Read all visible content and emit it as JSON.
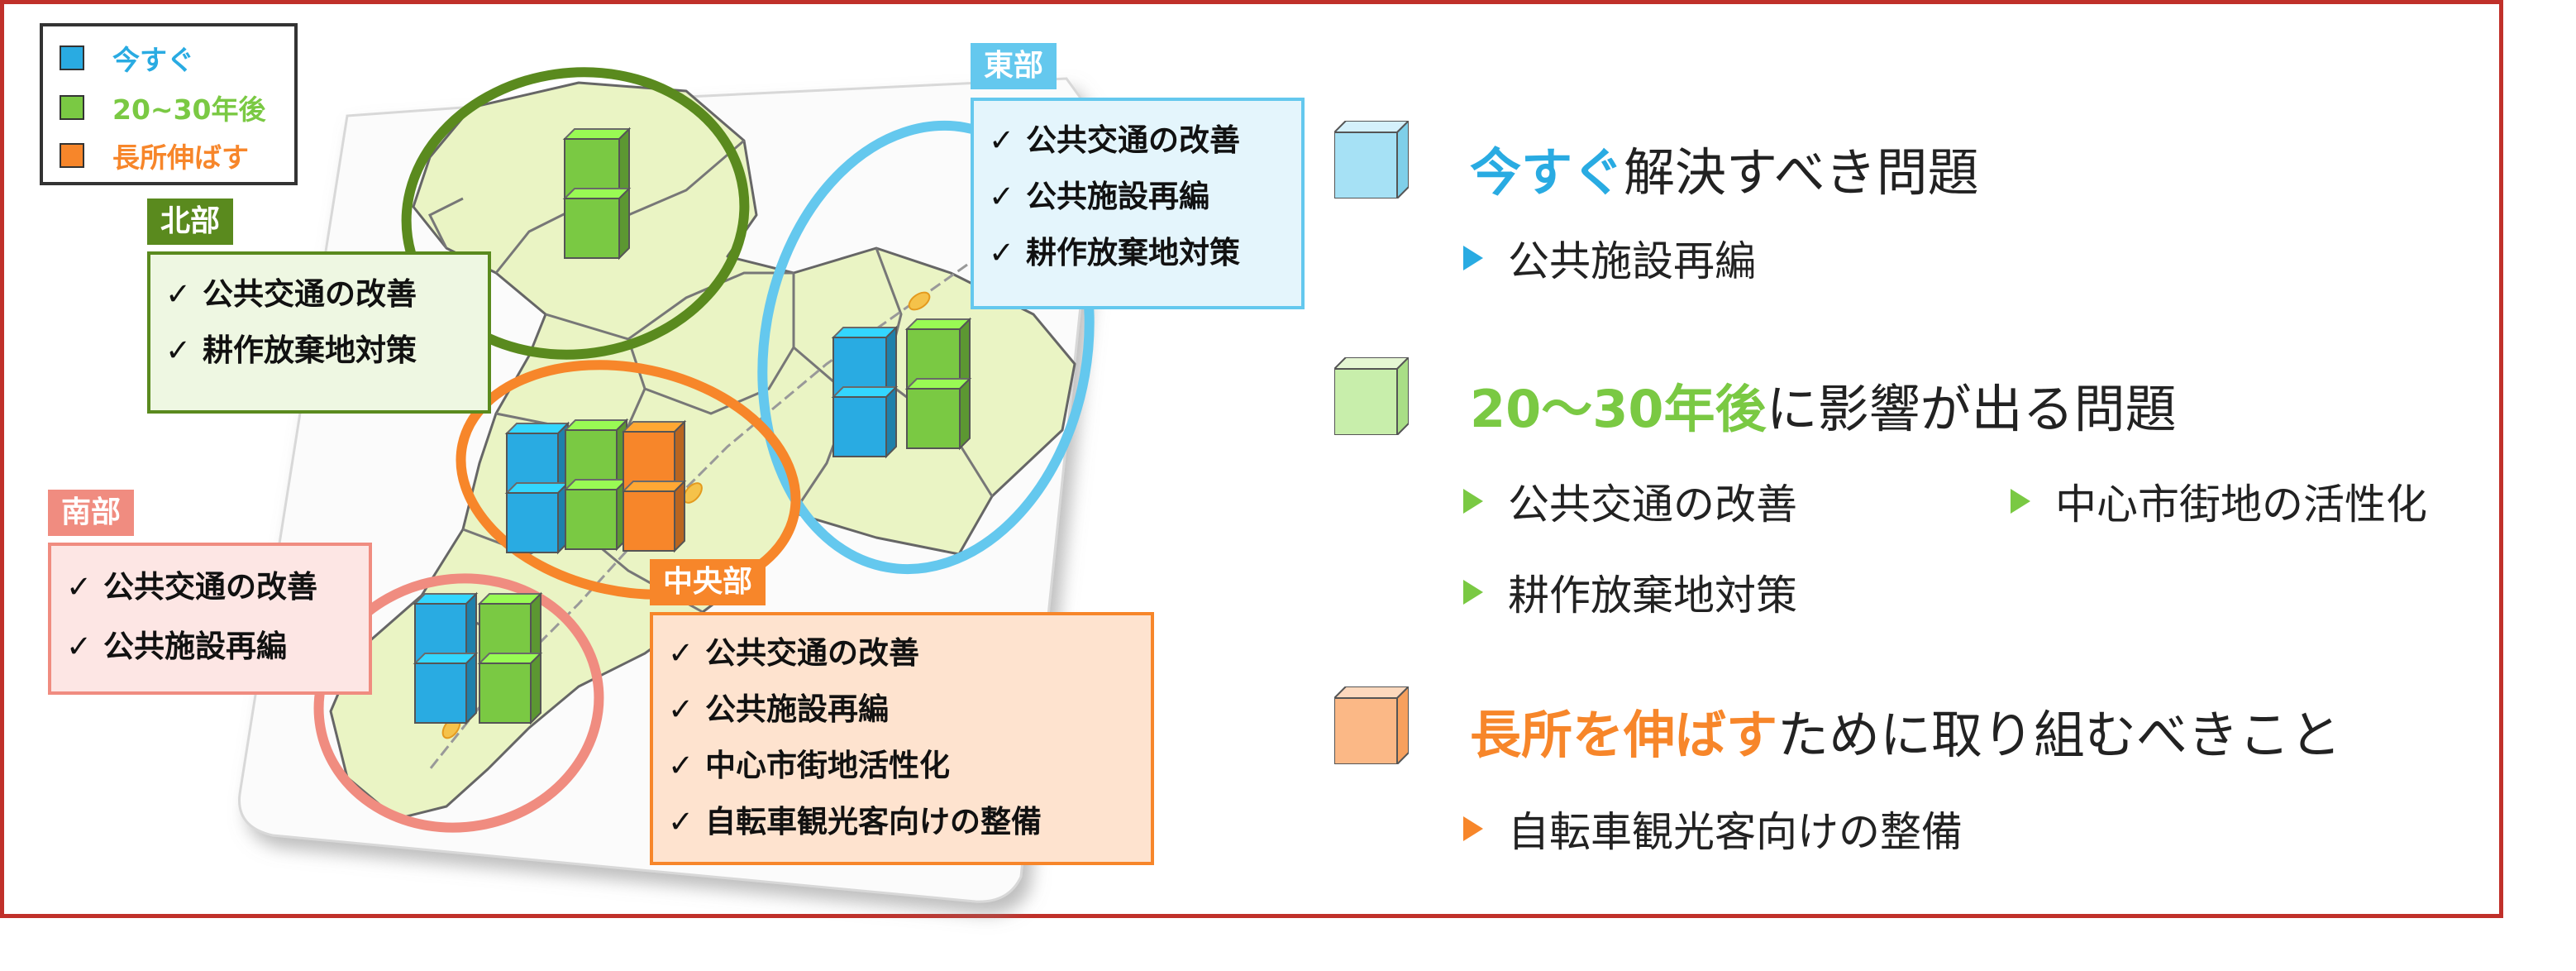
{
  "colors": {
    "now": "#29abe2",
    "future": "#7ac943",
    "strength": "#f7862a",
    "north": "#5a8a1e",
    "east": "#64c8ee",
    "central": "#f7862a",
    "south": "#f08c80"
  },
  "legend": {
    "items": [
      {
        "label": "今すぐ",
        "color": "#29abe2"
      },
      {
        "label": "20~30年後",
        "color": "#7ac943"
      },
      {
        "label": "長所伸ばす",
        "color": "#f7862a"
      }
    ]
  },
  "regions": {
    "north": {
      "name": "北部",
      "items": [
        "公共交通の改善",
        "耕作放棄地対策"
      ]
    },
    "east": {
      "name": "東部",
      "items": [
        "公共交通の改善",
        "公共施設再編",
        "耕作放棄地対策"
      ]
    },
    "south": {
      "name": "南部",
      "items": [
        "公共交通の改善",
        "公共施設再編"
      ]
    },
    "central": {
      "name": "中央部",
      "items": [
        "公共交通の改善",
        "公共施設再編",
        "中心市街地活性化",
        "自転車観光客向けの整備"
      ]
    }
  },
  "check_mark": "✓",
  "summary": {
    "now": {
      "emphasis": "今すぐ",
      "rest": "解決すべき問題",
      "items": [
        "公共施設再編"
      ]
    },
    "future": {
      "emphasis": "20～30年後",
      "rest": "に影響が出る問題",
      "items": [
        "公共交通の改善",
        "中心市街地の活性化",
        "耕作放棄地対策"
      ]
    },
    "strength": {
      "emphasis": "長所を伸ばす",
      "rest": "ために取り組むべきこと",
      "items": [
        "自転車観光客向けの整備"
      ]
    }
  }
}
